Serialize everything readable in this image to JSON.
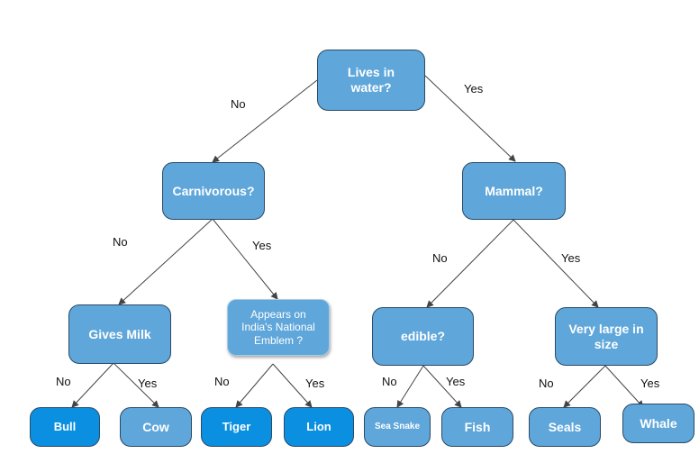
{
  "nodes": {
    "root": "Lives in water?",
    "carnivorous": "Carnivorous?",
    "mammal": "Mammal?",
    "gives_milk": "Gives Milk",
    "emblem": "Appears on India's National Emblem ?",
    "edible": "edible?",
    "very_large": "Very large in size",
    "bull": "Bull",
    "cow": "Cow",
    "tiger": "Tiger",
    "lion": "Lion",
    "sea_snake": "Sea Snake",
    "fish": "Fish",
    "seals": "Seals",
    "whale": "Whale"
  },
  "edge_labels": {
    "root_no": "No",
    "root_yes": "Yes",
    "carnivorous_no": "No",
    "carnivorous_yes": "Yes",
    "mammal_no": "No",
    "mammal_yes": "Yes",
    "milk_no": "No",
    "milk_yes": "Yes",
    "emblem_no": "No",
    "emblem_yes": "Yes",
    "edible_no": "No",
    "edible_yes": "Yes",
    "large_no": "No",
    "large_yes": "Yes"
  },
  "colors": {
    "node_fill": "#5fa6da",
    "leaf_fill": "#0b8fe0",
    "node_border": "#2b4a66",
    "edge": "#444444"
  }
}
